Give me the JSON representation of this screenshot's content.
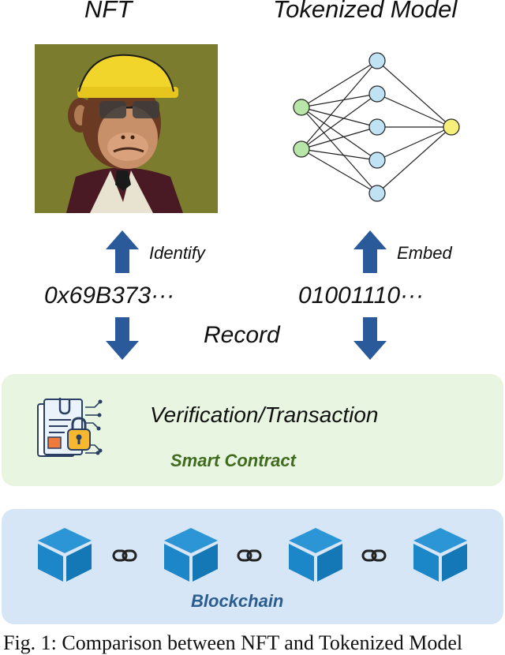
{
  "titles": {
    "left": "NFT",
    "right": "Tokenized Model"
  },
  "arrows": {
    "left_up_label": "Identify",
    "right_up_label": "Embed",
    "record_label": "Record"
  },
  "codes": {
    "left": "0x69B373···",
    "right": "01001110···"
  },
  "contract": {
    "main": "Verification/Transaction",
    "sub": "Smart Contract"
  },
  "blockchain": {
    "label": "Blockchain",
    "blocks": 4,
    "links": 3
  },
  "caption": "Fig. 1: Comparison between NFT and Tokenized Model",
  "colors": {
    "arrow": "#2a5a9a",
    "contract_bg": "#e8f5e0",
    "contract_text": "#3f6b1e",
    "chain_bg": "#d7e6f6",
    "chain_text": "#2a5d8f",
    "cube": "#1b87c9",
    "input_node": "#b8e6a8",
    "hidden_node": "#bfe3f5",
    "output_node": "#f6ef7a"
  },
  "icons": {
    "nft": "ape-avatar-image",
    "model": "neural-network-icon",
    "contract": "locked-document-icon",
    "block": "cube-icon",
    "link": "chain-link-icon"
  }
}
